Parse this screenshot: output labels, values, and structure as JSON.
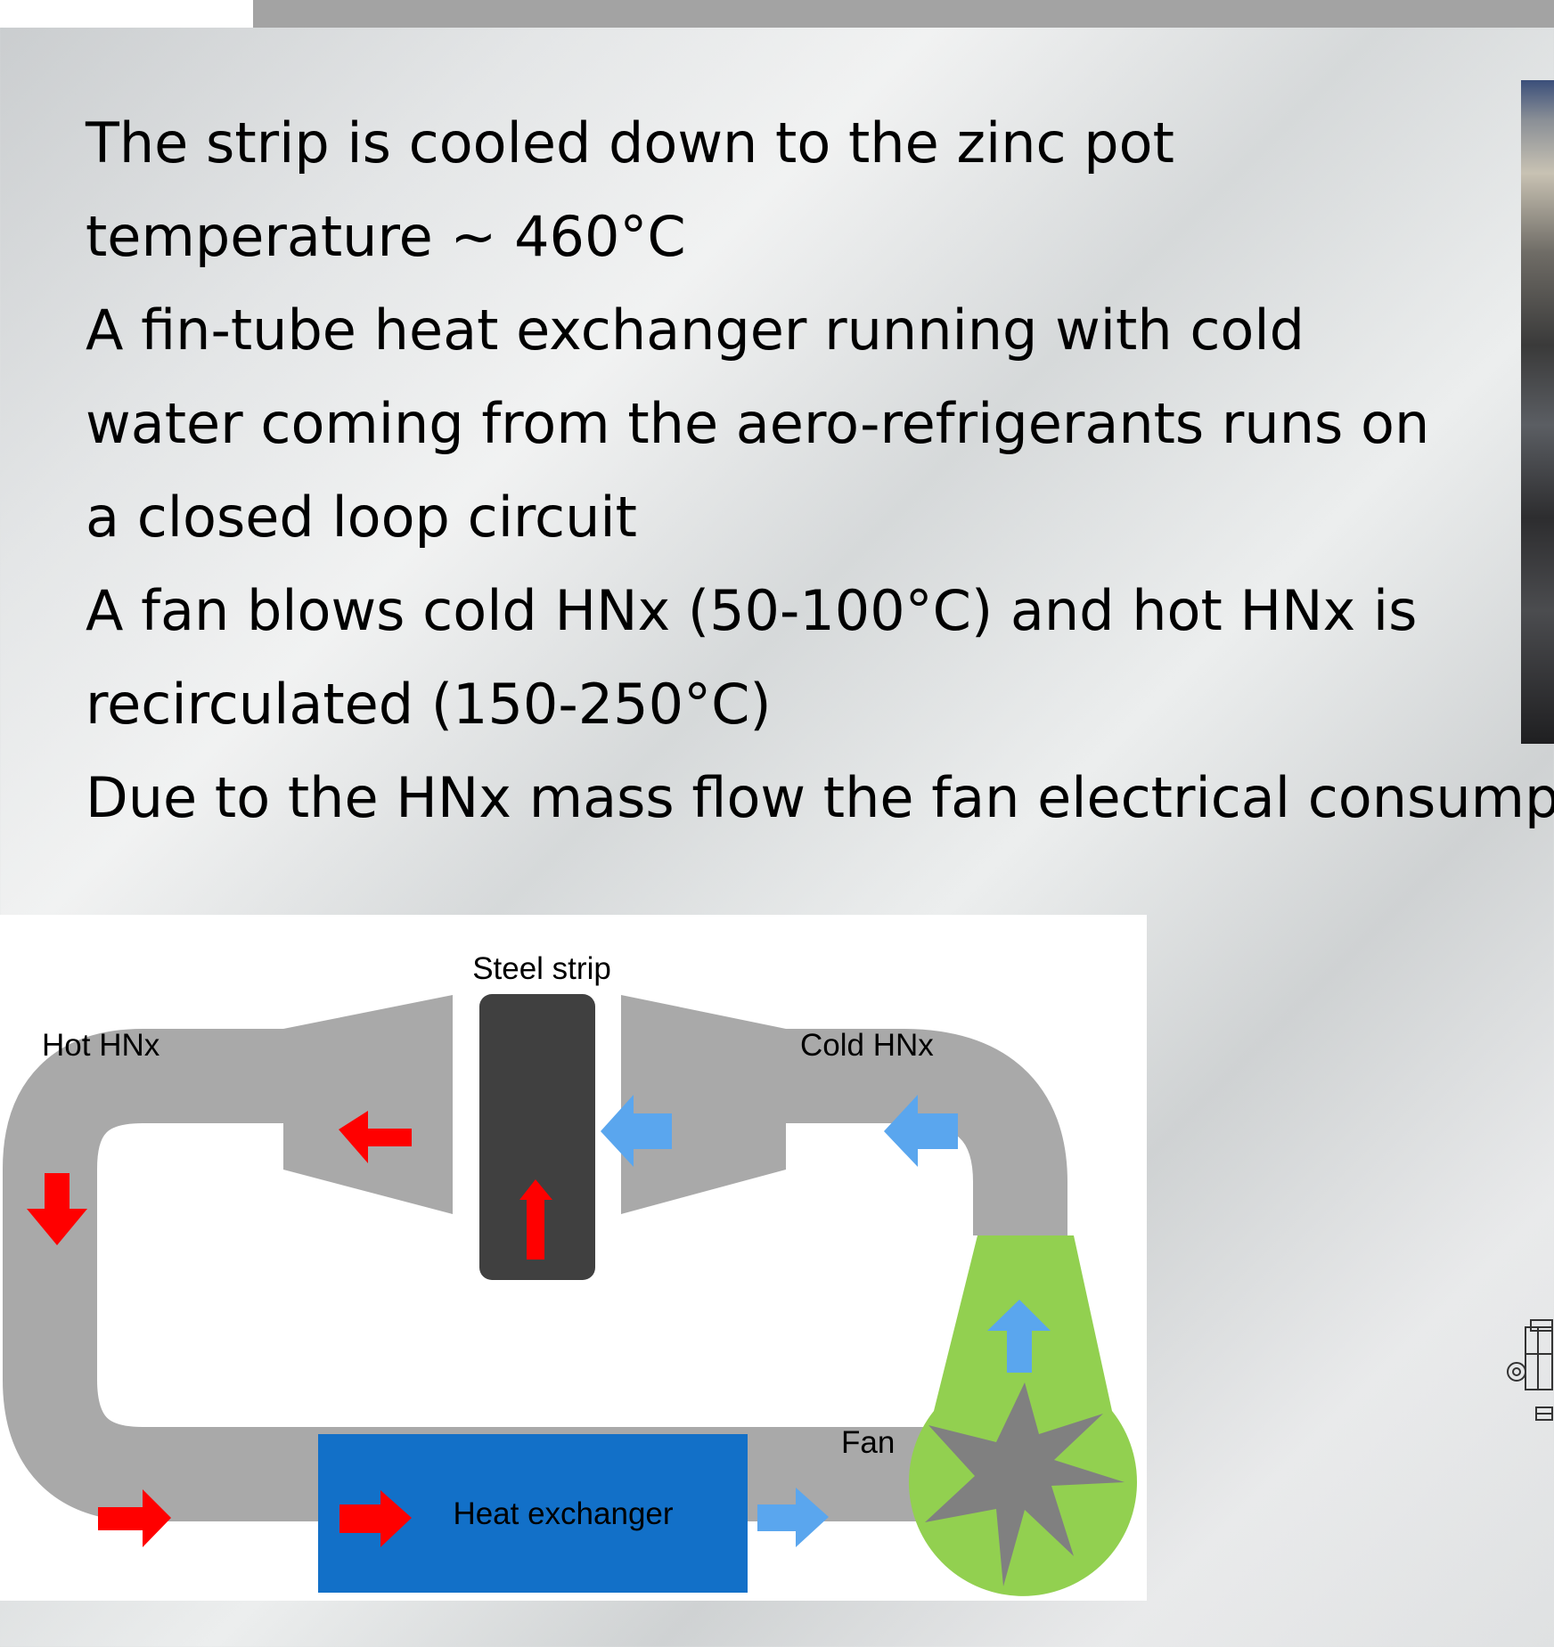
{
  "slide": {
    "bullets": [
      "The strip is cooled down to the zinc pot temperature ~ 460°C",
      "A fin-tube heat exchanger running with  cold water coming from the aero-refrigerants runs on a closed loop circuit",
      "A fan blows cold HNx (50-100°C) and hot HNx is recirculated (150-250°C)",
      "Due to the HNx mass flow the fan electrical consumptio"
    ]
  },
  "diagram": {
    "labels": {
      "steel_strip": "Steel strip",
      "hot_hnx": "Hot HNx",
      "cold_hnx": "Cold HNx",
      "fan": "Fan",
      "heat_exchanger": "Heat exchanger"
    },
    "colors": {
      "duct": "#a9a9a9",
      "strip": "#404040",
      "hot_arrow": "#ff0000",
      "cold_arrow": "#5aa6ee",
      "fan_housing": "#92d050",
      "fan_blade": "#808080",
      "heat_exchanger": "#1270c8"
    }
  }
}
